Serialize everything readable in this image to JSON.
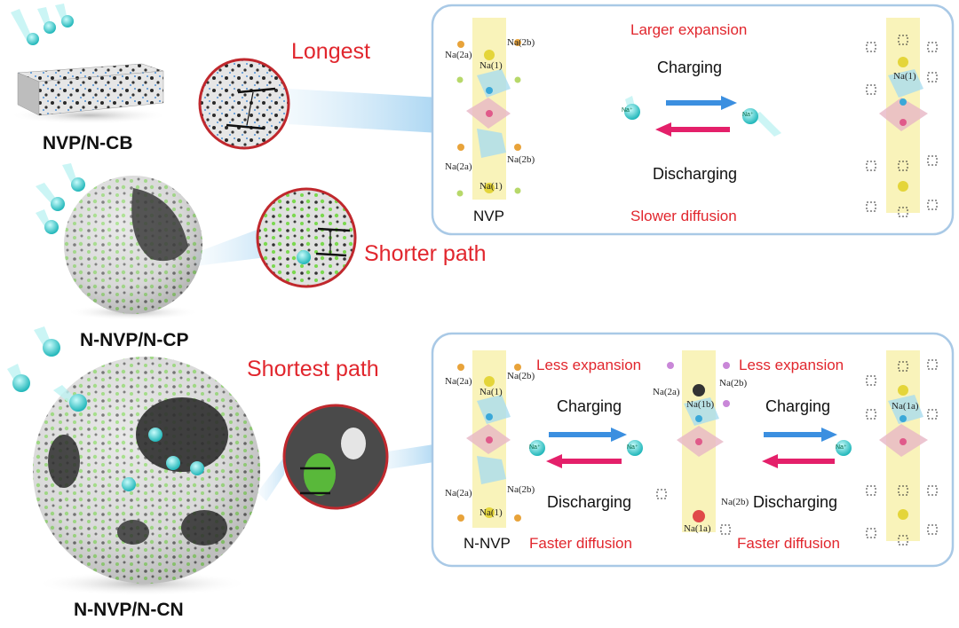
{
  "materials": {
    "cb": "NVP/N-CB",
    "cp": "N-NVP/N-CP",
    "cn": "N-NVP/N-CN"
  },
  "path_labels": {
    "longest": "Longest",
    "shorter": "Shorter path",
    "shortest": "Shortest path"
  },
  "ion_label": "Na⁺",
  "top_panel": {
    "phase_label": "NVP",
    "larger_expansion": "Larger expansion",
    "charging": "Charging",
    "discharging": "Discharging",
    "slower_diffusion": "Slower diffusion",
    "sites": {
      "na2a_top": "Na(2a)",
      "na1_top": "Na(1)",
      "na2b_top": "Na(2b)",
      "na2a_bottom": "Na(2a)",
      "na2b_bottom": "Na(2b)",
      "na1_bottom": "Na(1)",
      "right_na1": "Na(1)"
    }
  },
  "bottom_panel": {
    "phase_label": "N-NVP",
    "less_expansion_1": "Less expansion",
    "less_expansion_2": "Less expansion",
    "charging_1": "Charging",
    "charging_2": "Charging",
    "discharging_1": "Discharging",
    "discharging_2": "Discharging",
    "faster_diffusion_1": "Faster diffusion",
    "faster_diffusion_2": "Faster diffusion",
    "sites": {
      "left_na2a_top": "Na(2a)",
      "left_na1_top": "Na(1)",
      "left_na2b_top": "Na(2b)",
      "left_na2a_bottom": "Na(2a)",
      "left_na2b_bottom": "Na(2b)",
      "left_na1_bottom": "Na(1)",
      "mid_na2a": "Na(2a)",
      "mid_na1b": "Na(1b)",
      "mid_na2b_top": "Na(2b)",
      "mid_na2b_bottom": "Na(2b)",
      "mid_na1a": "Na(1a)",
      "right_na1a": "Na(1a)"
    }
  },
  "colors": {
    "panel_border": "#a9c9e6",
    "red_text": "#e1262d",
    "charge_arrow": "#3b8fe0",
    "discharge_arrow": "#e4206a",
    "green_particle": "#6fd24a",
    "ion": "#2fc7c9"
  }
}
